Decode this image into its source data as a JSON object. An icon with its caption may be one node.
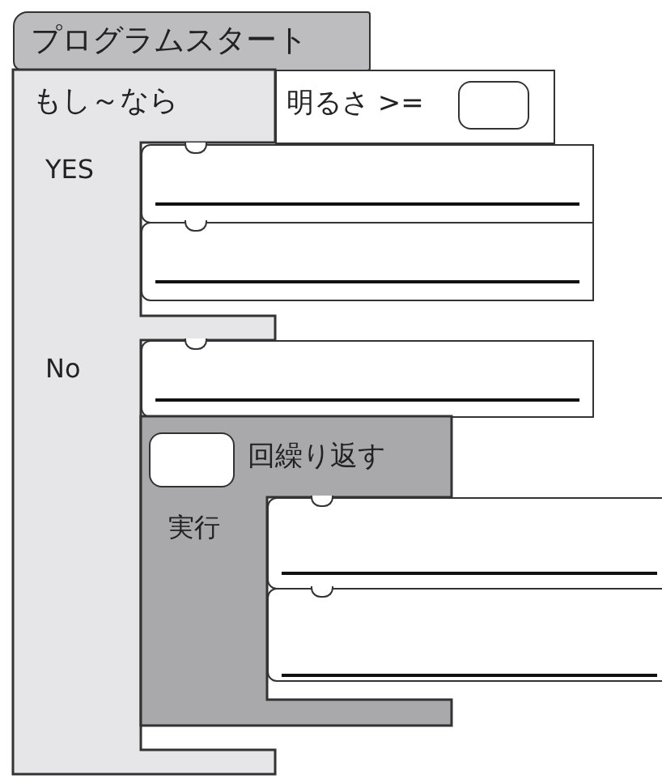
{
  "diagram": {
    "nodes": [
      {
        "text": [
          "プログラムスタート"
        ]
      },
      {
        "text": [
          "もし～なら",
          "YES",
          "No"
        ]
      },
      {
        "text": [
          "明るさ >="
        ]
      },
      {
        "text": [],
        "shape": "box",
        "in": 2
      },
      {
        "text": [],
        "shape": "box"
      },
      {
        "text": [],
        "shape": "box"
      },
      {
        "text": [],
        "shape": "box"
      },
      {
        "text": [
          "回繰り返す",
          "実行"
        ]
      },
      {
        "text": [],
        "shape": "box",
        "in": 7
      },
      {
        "text": [],
        "shape": "box"
      },
      {
        "text": [],
        "shape": "box"
      }
    ]
  }
}
